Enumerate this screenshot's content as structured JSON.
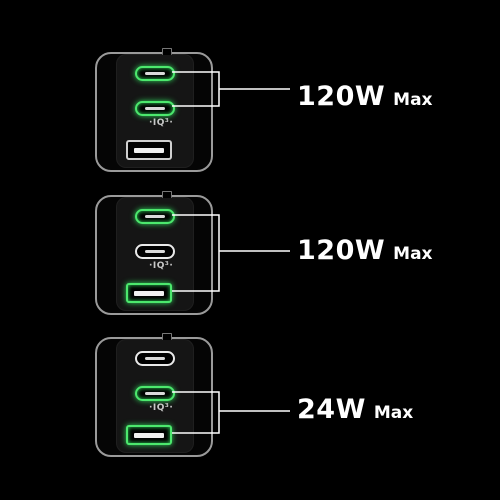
{
  "rows": [
    {
      "watt": "120W",
      "max": "Max",
      "active_ports": [
        "c1",
        "c2"
      ]
    },
    {
      "watt": "120W",
      "max": "Max",
      "active_ports": [
        "c1",
        "a"
      ]
    },
    {
      "watt": "24W",
      "max": "Max",
      "active_ports": [
        "c2",
        "a"
      ]
    }
  ],
  "charger": {
    "iq_label": "·IQ³·"
  },
  "colors": {
    "background": "#000000",
    "active_port": "#4ce86d",
    "line": "#ffffff",
    "text": "#ffffff"
  }
}
